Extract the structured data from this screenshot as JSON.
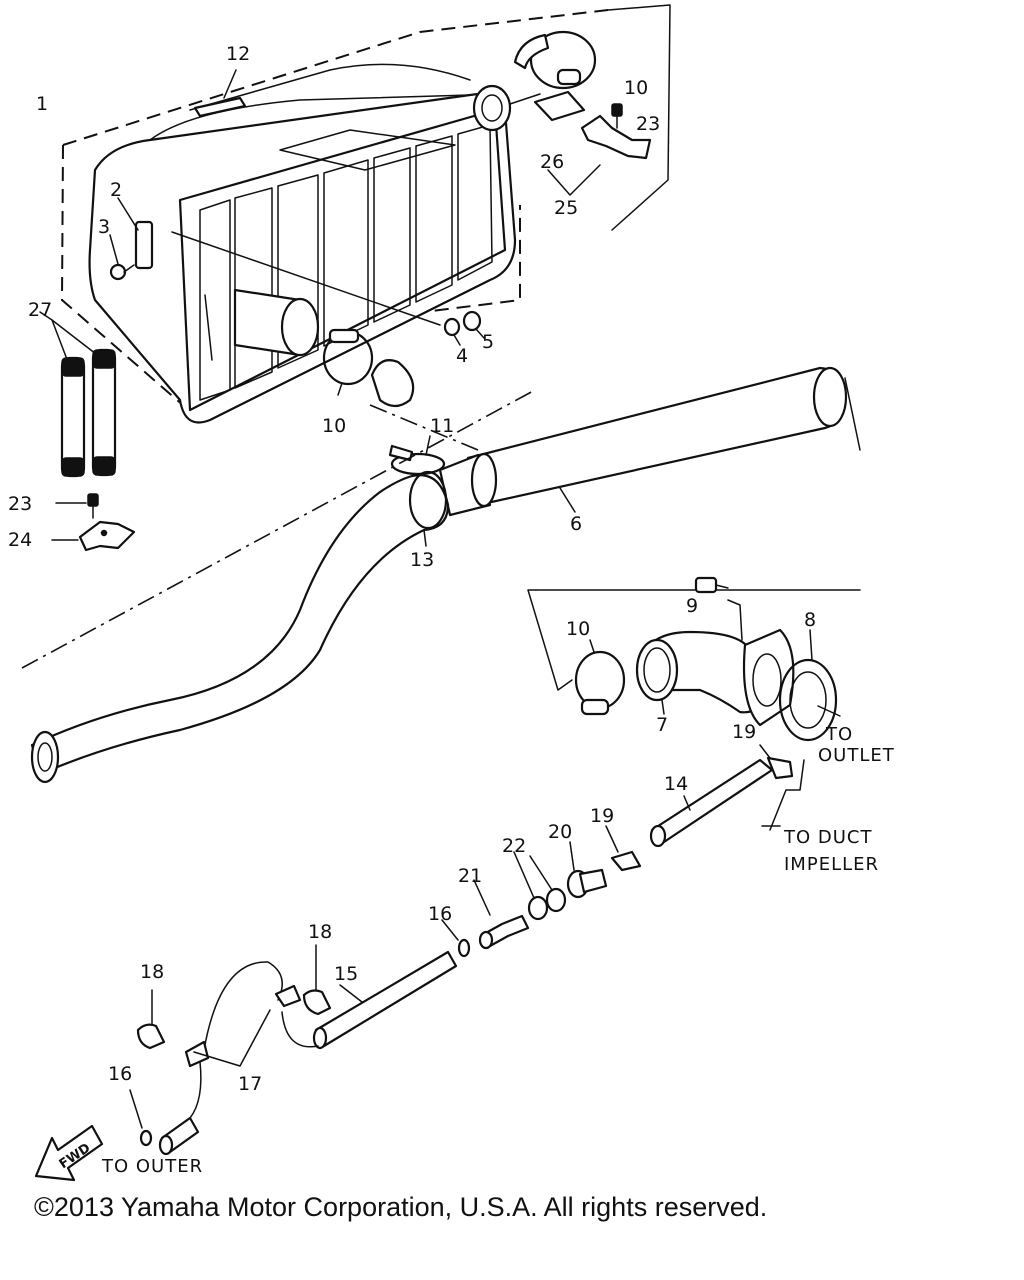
{
  "callouts": [
    {
      "id": "c1",
      "text": "1"
    },
    {
      "id": "c2",
      "text": "2"
    },
    {
      "id": "c3",
      "text": "3"
    },
    {
      "id": "c4",
      "text": "4"
    },
    {
      "id": "c5",
      "text": "5"
    },
    {
      "id": "c6",
      "text": "6"
    },
    {
      "id": "c7",
      "text": "7"
    },
    {
      "id": "c8",
      "text": "8"
    },
    {
      "id": "c9",
      "text": "9"
    },
    {
      "id": "c10a",
      "text": "10"
    },
    {
      "id": "c10b",
      "text": "10"
    },
    {
      "id": "c10c",
      "text": "10"
    },
    {
      "id": "c11",
      "text": "11"
    },
    {
      "id": "c12",
      "text": "12"
    },
    {
      "id": "c13",
      "text": "13"
    },
    {
      "id": "c14",
      "text": "14"
    },
    {
      "id": "c15",
      "text": "15"
    },
    {
      "id": "c16a",
      "text": "16"
    },
    {
      "id": "c16b",
      "text": "16"
    },
    {
      "id": "c17",
      "text": "17"
    },
    {
      "id": "c18a",
      "text": "18"
    },
    {
      "id": "c18b",
      "text": "18"
    },
    {
      "id": "c19a",
      "text": "19"
    },
    {
      "id": "c19b",
      "text": "19"
    },
    {
      "id": "c20",
      "text": "20"
    },
    {
      "id": "c21",
      "text": "21"
    },
    {
      "id": "c22",
      "text": "22"
    },
    {
      "id": "c23a",
      "text": "23"
    },
    {
      "id": "c23b",
      "text": "23"
    },
    {
      "id": "c24",
      "text": "24"
    },
    {
      "id": "c25",
      "text": "25"
    },
    {
      "id": "c26",
      "text": "26"
    },
    {
      "id": "c27",
      "text": "27"
    }
  ],
  "notes": {
    "to_outlet_1": "TO",
    "to_outlet_2": "OUTLET",
    "to_duct_1": "TO DUCT",
    "to_duct_2": "IMPELLER",
    "to_outer": "TO OUTER",
    "fwd": "FWD"
  },
  "copyright": "©2013 Yamaha Motor Corporation, U.S.A. All rights reserved."
}
